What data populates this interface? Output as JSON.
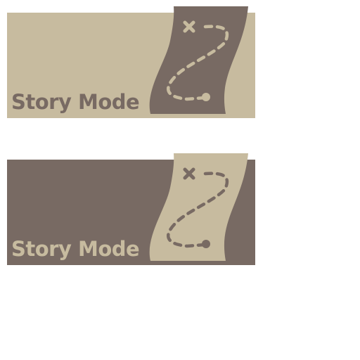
{
  "buttons": [
    {
      "state": "normal",
      "label": "Story Mode",
      "colors": {
        "panel": "#c7bb9f",
        "map": "#786a63",
        "text": "#786a63",
        "path": "#c7bb9f"
      },
      "icons": [
        "treasure-map-icon",
        "x-mark-icon",
        "dashed-path",
        "start-dot-icon"
      ]
    },
    {
      "state": "hover",
      "label": "Story Mode",
      "colors": {
        "panel": "#786a63",
        "map": "#c7bb9f",
        "text": "#c7bb9f",
        "path": "#786a63"
      },
      "icons": [
        "treasure-map-icon",
        "x-mark-icon",
        "dashed-path",
        "start-dot-icon"
      ]
    }
  ]
}
